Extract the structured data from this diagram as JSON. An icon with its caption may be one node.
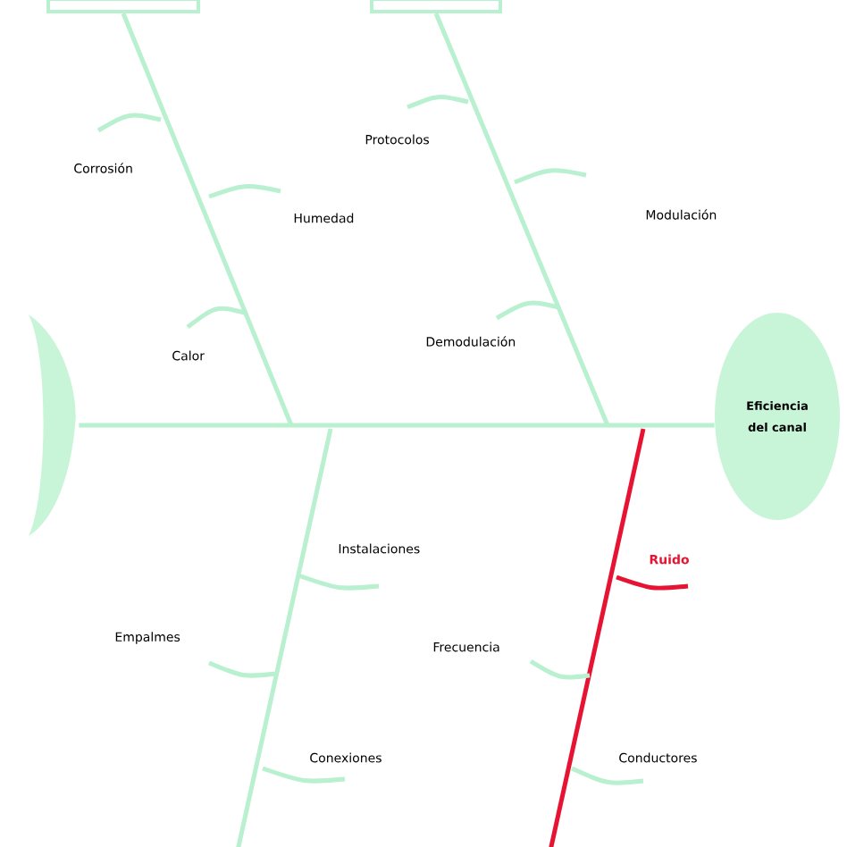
{
  "diagram": {
    "nodes": [
      {
        "text": [],
        "shape": "box"
      },
      {
        "text": [],
        "shape": "box"
      },
      {
        "text": [],
        "shape": "crescent"
      },
      {
        "text": [
          "Eficiencia del canal"
        ]
      }
    ],
    "edges": [
      {
        "from": 0,
        "to": null,
        "arrow": "none"
      },
      {
        "from": 1,
        "to": null,
        "arrow": "none"
      },
      {
        "from": 2,
        "to": 3,
        "arrow": "none"
      }
    ],
    "labels": [
      "Protocolos",
      "Corrosión",
      "Humedad",
      "Modulación",
      "Demodulación",
      "Calor",
      "Instalaciones",
      "Ruido",
      "Empalmes",
      "Frecuencia",
      "Conexiones",
      "Conductores"
    ]
  }
}
